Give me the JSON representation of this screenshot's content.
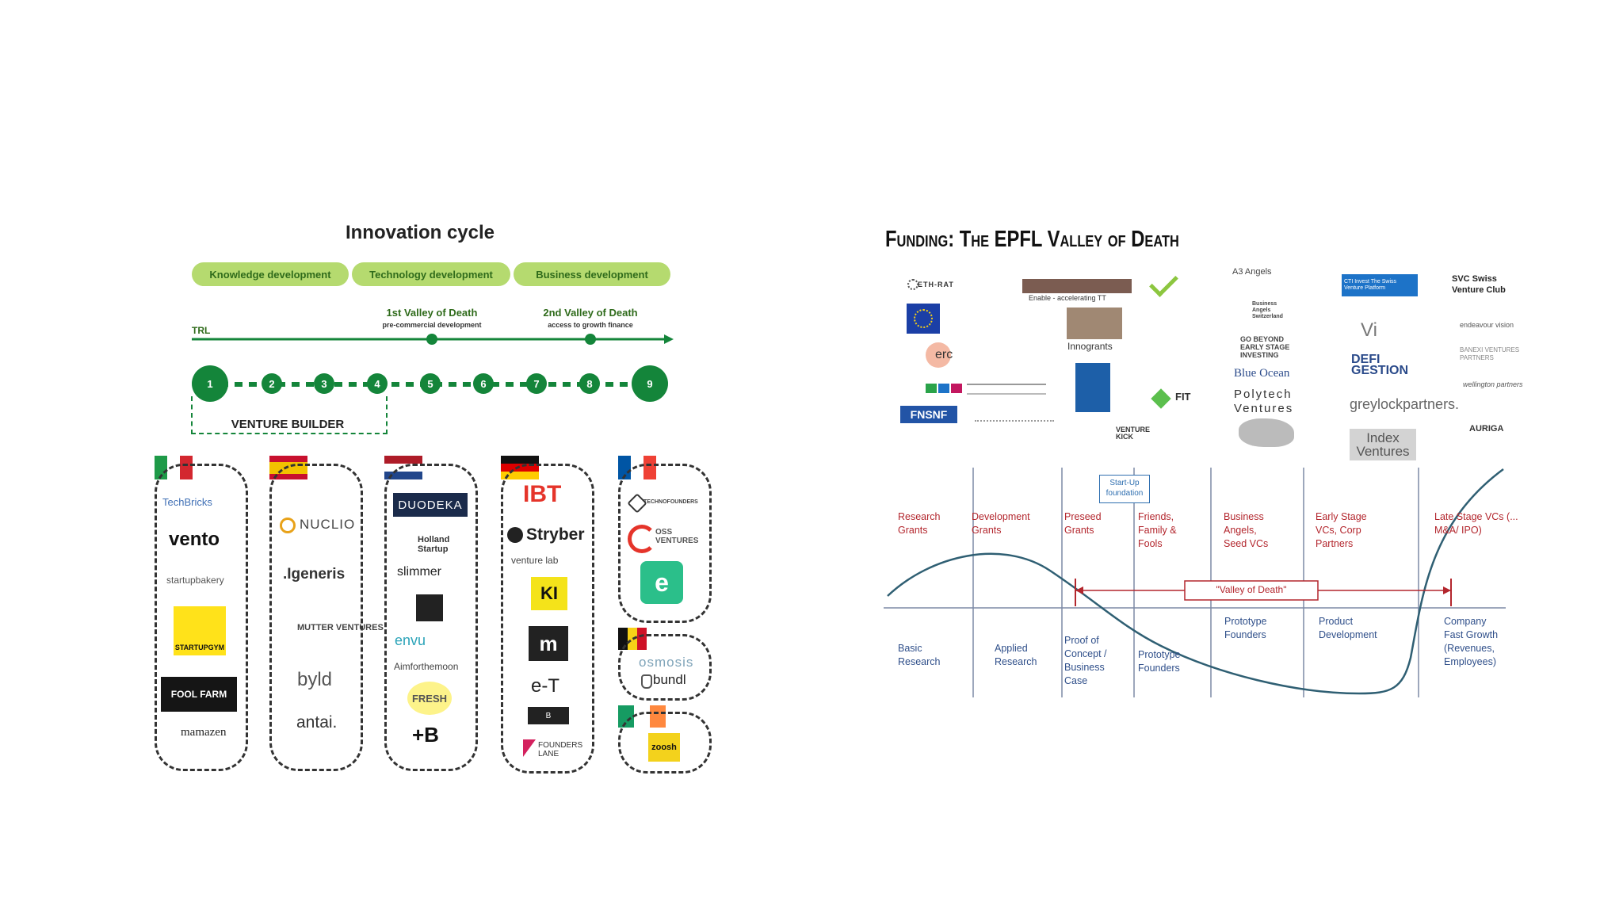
{
  "innovation": {
    "title": "Innovation cycle",
    "phases": [
      "Knowledge development",
      "Technology development",
      "Business development"
    ],
    "trl_label": "TRL",
    "valley1": {
      "title": "1st Valley of Death",
      "sub": "pre-commercial development"
    },
    "valley2": {
      "title": "2nd Valley of Death",
      "sub": "access to growth finance"
    },
    "trl_steps": [
      "1",
      "2",
      "3",
      "4",
      "5",
      "6",
      "7",
      "8",
      "9"
    ],
    "venture_builder": "VENTURE BUILDER",
    "countries": [
      {
        "name": "Italy",
        "flag_colors": [
          "#1e9a48",
          "#ffffff",
          "#d3272f"
        ],
        "logos": [
          "TechBricks",
          "vento",
          "startupbakery",
          "STARTUPGYM",
          "FOOL FARM",
          "mamazen"
        ]
      },
      {
        "name": "Spain",
        "flag_colors": [
          "#c8102e",
          "#f2c200",
          "#c8102e"
        ],
        "logos": [
          "NUCLIO",
          ".Igeneris",
          "MUTTER VENTURES",
          "byld",
          "antai."
        ]
      },
      {
        "name": "Netherlands",
        "flag_colors": [
          "#ae1c28",
          "#ffffff",
          "#21468b"
        ],
        "logos": [
          "DUODEKA",
          "Holland Startup",
          "slimmer",
          "envu",
          "Aimforthemoon",
          "FRESH",
          "+B"
        ]
      },
      {
        "name": "Germany",
        "flag_colors": [
          "#111111",
          "#dd0000",
          "#ffcc00"
        ],
        "logos": [
          "IBT",
          "Stryber",
          "venture lab",
          "KI",
          "m",
          "e-T",
          "B",
          "FOUNDERS LANE"
        ]
      },
      {
        "name": "France",
        "flag_colors": [
          "#0055a4",
          "#ffffff",
          "#ef4135"
        ],
        "logos": [
          "TECHNOFOUNDERS",
          "OSS VENTURES",
          "e"
        ]
      },
      {
        "name": "Belgium",
        "flag_colors": [
          "#111111",
          "#f7d117",
          "#ce1126"
        ],
        "logos": [
          "osmosis",
          "bundl"
        ]
      },
      {
        "name": "Ireland",
        "flag_colors": [
          "#169b62",
          "#ffffff",
          "#ff883e"
        ],
        "logos": [
          "zoosh"
        ]
      }
    ]
  },
  "epfl": {
    "title": "Funding: The EPFL Valley of Death",
    "logos": [
      "ETH-RAT",
      "Enable - accelerating TT",
      "A3 Angels",
      "CTI Invest The Swiss Venture Platform",
      "SVC Swiss Venture Club",
      "erc",
      "Innogrants",
      "Business Angels Switzerland",
      "GO BEYOND EARLY STAGE INVESTING",
      "Vi",
      "endeavour vision",
      "DEFI GESTION",
      "BANEXI VENTURES PARTNERS",
      "Blue Ocean",
      "Polytech Ventures",
      "FNSNF",
      "greylockpartners.",
      "wellington partners",
      "AURIGA",
      "FIT",
      "VENTURE KICK",
      "Index Ventures"
    ],
    "startup_box": "Start-Up foundation",
    "valley_label": "\"Valley of Death\"",
    "funding_stages": [
      "Research Grants",
      "Development Grants",
      "Preseed Grants",
      "Friends, Family & Fools",
      "Business Angels, Seed VCs",
      "Early Stage VCs, Corp Partners",
      "Late Stage VCs (... M&A/ IPO)"
    ],
    "dev_stages": [
      "Basic Research",
      "Applied Research",
      "Proof of Concept / Business Case",
      "Prototype Founders",
      "Prototype Founders",
      "Product Development",
      "Company Fast Growth (Revenues, Employees)"
    ]
  }
}
